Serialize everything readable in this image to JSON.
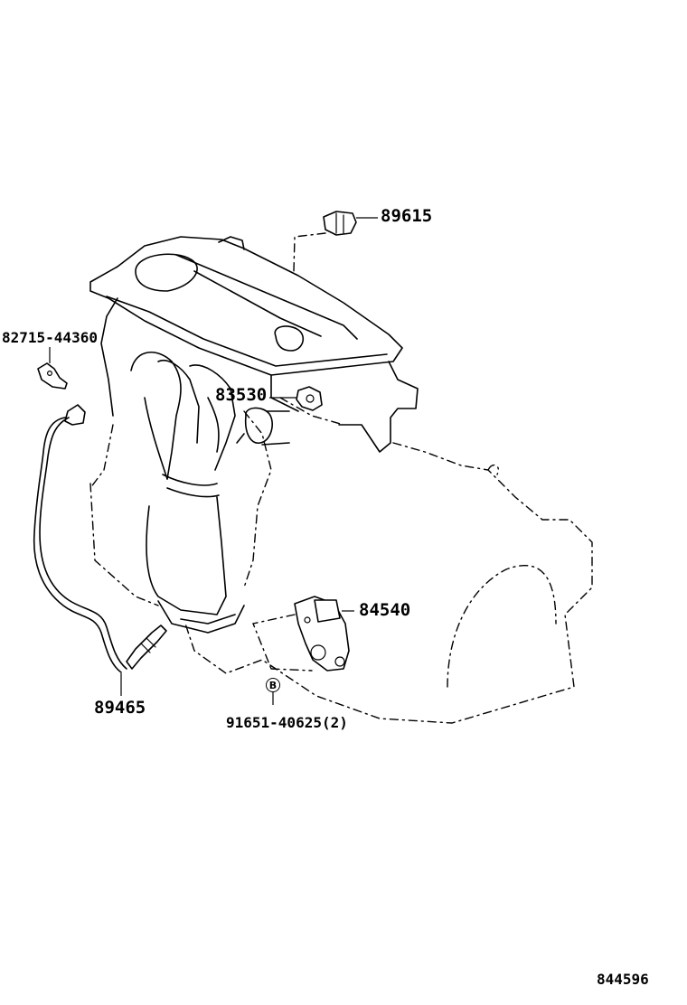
{
  "parts": [
    {
      "id": "part-89615",
      "number": "89615"
    },
    {
      "id": "part-82715",
      "number": "82715-44360"
    },
    {
      "id": "part-83530",
      "number": "83530"
    },
    {
      "id": "part-84540",
      "number": "84540"
    },
    {
      "id": "part-89465",
      "number": "89465"
    },
    {
      "id": "part-91651",
      "number": "91651-40625(2)"
    }
  ],
  "bolt_symbol": "B",
  "diagram_id": "844596"
}
